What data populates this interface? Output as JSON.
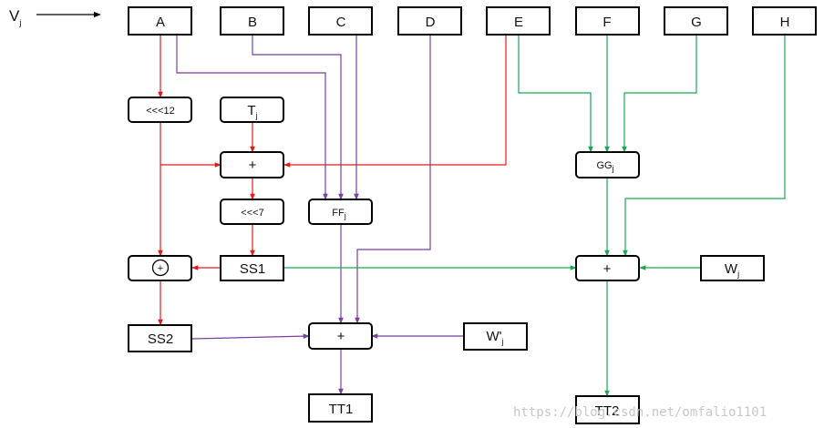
{
  "input": {
    "label": "V",
    "sub": "j"
  },
  "registers": [
    {
      "id": "A",
      "label": "A"
    },
    {
      "id": "B",
      "label": "B"
    },
    {
      "id": "C",
      "label": "C"
    },
    {
      "id": "D",
      "label": "D"
    },
    {
      "id": "E",
      "label": "E"
    },
    {
      "id": "F",
      "label": "F"
    },
    {
      "id": "G",
      "label": "G"
    },
    {
      "id": "H",
      "label": "H"
    }
  ],
  "nodes": {
    "rot12": {
      "label": "<<<12"
    },
    "tj": {
      "label": "T",
      "sub": "j"
    },
    "add1": {
      "label": "+"
    },
    "rot7": {
      "label": "<<<7"
    },
    "ff": {
      "label": "FF",
      "sub": "j"
    },
    "gg": {
      "label": "GG",
      "sub": "j"
    },
    "xor": {
      "label": "+"
    },
    "ss1": {
      "label": "SS1"
    },
    "add3": {
      "label": "+"
    },
    "wj": {
      "label": "W",
      "sub": "j"
    },
    "ss2": {
      "label": "SS2"
    },
    "add2": {
      "label": "+"
    },
    "wpj": {
      "label": "W'",
      "sub": "j"
    },
    "tt1": {
      "label": "TT1"
    },
    "tt2": {
      "label": "TT2"
    }
  },
  "colors": {
    "red": "#e31a1a",
    "purple": "#7b3fa0",
    "green": "#1aa655",
    "box": "#000000"
  },
  "watermark": "https://blog.csdn.net/omfalio1101"
}
